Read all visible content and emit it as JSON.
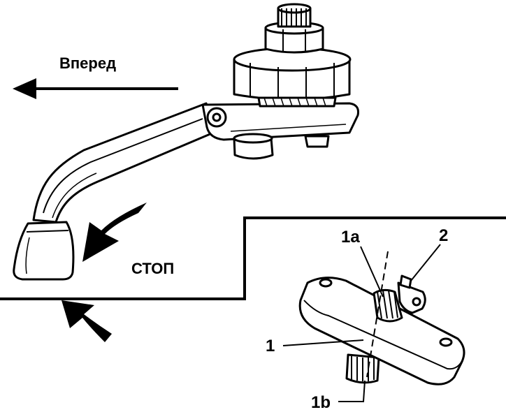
{
  "labels": {
    "forward": "Вперед",
    "stop": "СТОП",
    "part_1": "1",
    "part_1a": "1a",
    "part_1b": "1b",
    "part_2": "2"
  },
  "colors": {
    "ink": "#000000",
    "paper": "#ffffff"
  }
}
